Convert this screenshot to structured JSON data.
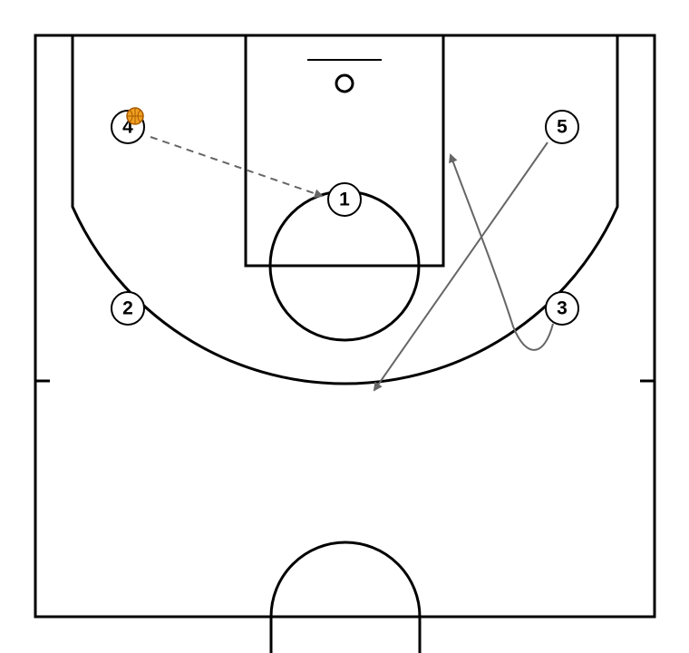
{
  "players": [
    {
      "id": "p1",
      "label": "1"
    },
    {
      "id": "p2",
      "label": "2"
    },
    {
      "id": "p3",
      "label": "3"
    },
    {
      "id": "p4",
      "label": "4",
      "has_ball": true
    },
    {
      "id": "p5",
      "label": "5"
    }
  ],
  "actions": [
    {
      "type": "pass",
      "from": "4",
      "to": "1",
      "style": "dashed"
    },
    {
      "type": "cut",
      "from": "3",
      "toward": "lane-right",
      "style": "solid"
    },
    {
      "type": "cut",
      "from": "5",
      "toward": "top-of-key",
      "style": "solid"
    }
  ],
  "colors": {
    "court_lines": "#000000",
    "movement": "#666666",
    "ball": "#f0a020",
    "ball_outline": "#a85a00",
    "background": "#ffffff"
  },
  "icons": {
    "ball": "basketball-icon",
    "rim": "hoop-icon"
  }
}
